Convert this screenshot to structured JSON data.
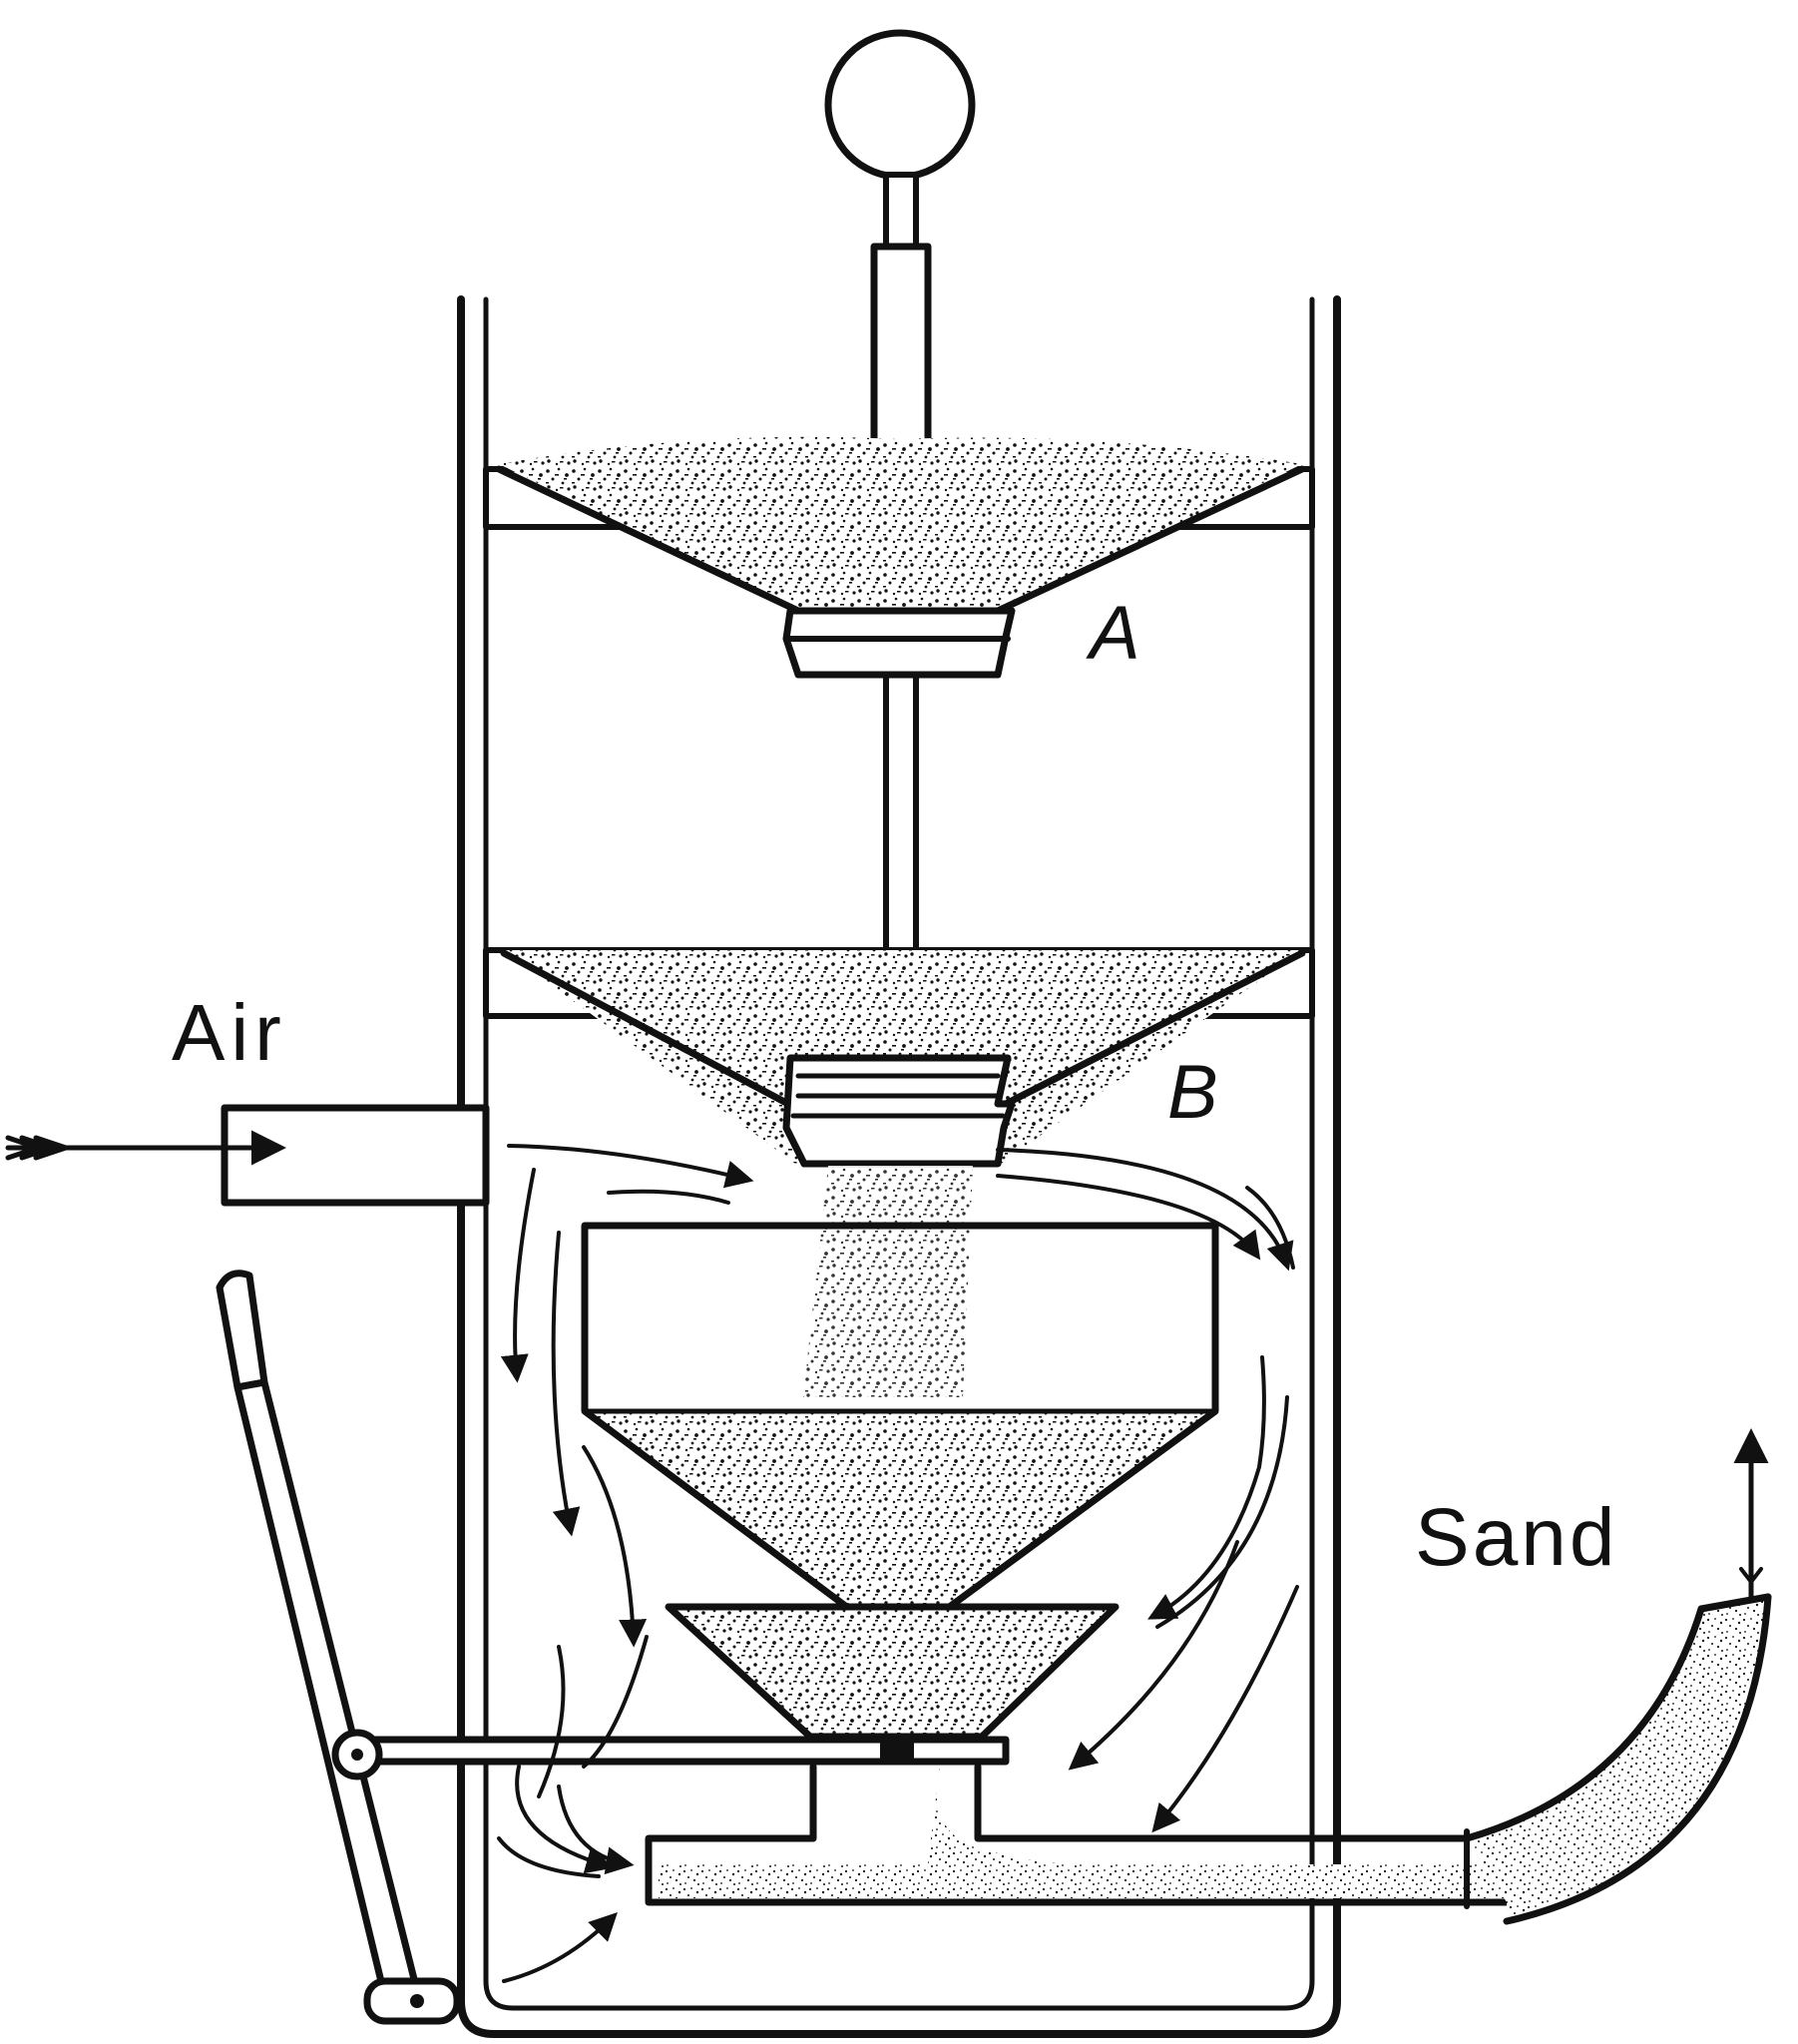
{
  "labels": {
    "air": "Air",
    "sand": "Sand",
    "upper_hopper": "A",
    "lower_hopper": "B"
  },
  "colors": {
    "ink": "#111111",
    "paper": "#ffffff"
  }
}
